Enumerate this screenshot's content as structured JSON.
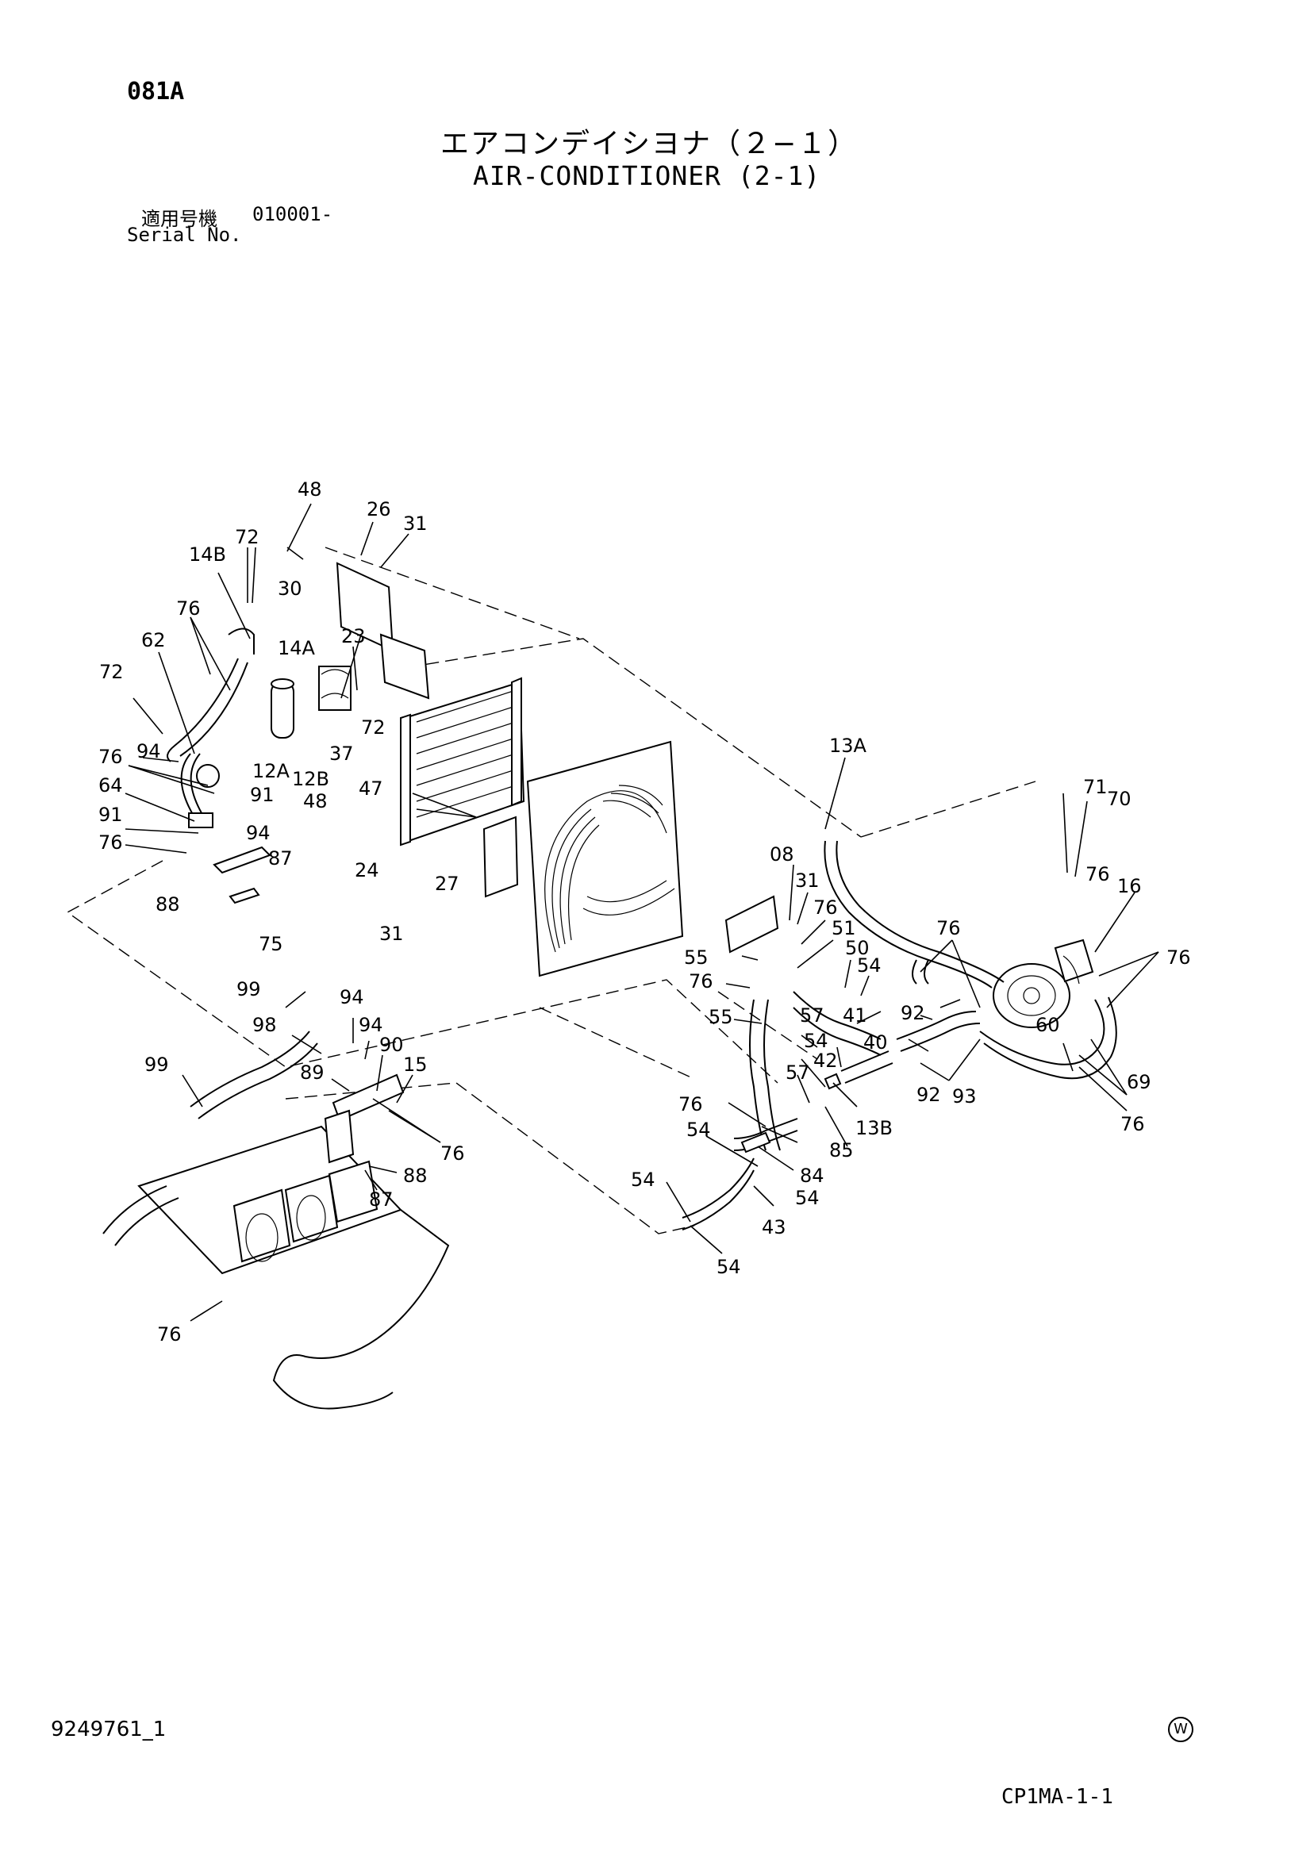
{
  "header": {
    "page_code": "081A",
    "title_ja": "エアコンデイシヨナ（２−１）",
    "title_en": "AIR-CONDITIONER (2-1)",
    "serial_label_ja": "適用号機",
    "serial_value": "010001-",
    "serial_label_en": "Serial No."
  },
  "footer": {
    "doc_id": "9249761_1",
    "mark": "W",
    "page_ref": "CP1MA-1-1"
  },
  "callouts": [
    "48",
    "26",
    "31",
    "72",
    "14B",
    "30",
    "14A",
    "23",
    "76",
    "62",
    "72",
    "94",
    "12A",
    "12B",
    "37",
    "72",
    "76",
    "91",
    "48",
    "47",
    "64",
    "91",
    "94",
    "76",
    "87",
    "88",
    "75",
    "24",
    "27",
    "31",
    "13A",
    "08",
    "31",
    "76",
    "51",
    "50",
    "55",
    "76",
    "54",
    "41",
    "55",
    "57",
    "54",
    "42",
    "57",
    "40",
    "92",
    "92",
    "93",
    "71",
    "70",
    "76",
    "16",
    "76",
    "76",
    "60",
    "69",
    "76",
    "99",
    "94",
    "98",
    "94",
    "90",
    "15",
    "99",
    "89",
    "76",
    "88",
    "87",
    "13B",
    "85",
    "84",
    "54",
    "76",
    "54",
    "54",
    "43",
    "54",
    "76"
  ]
}
